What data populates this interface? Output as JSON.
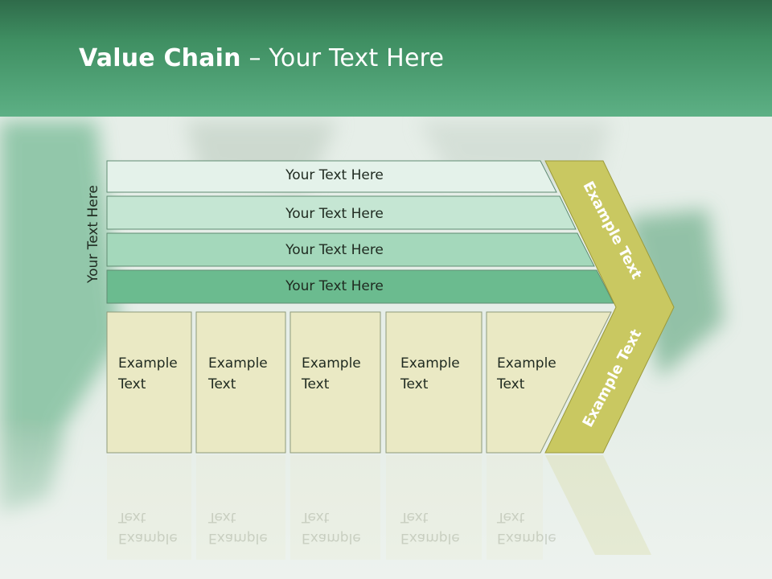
{
  "slide": {
    "title_bold": "Value Chain",
    "title_rest": " – Your Text Here"
  },
  "diagram": {
    "side_label": "Your Text Here",
    "rows": [
      {
        "label": "Your Text Here",
        "color": "#e4f2ea"
      },
      {
        "label": "Your Text Here",
        "color": "#c5e6d3"
      },
      {
        "label": "Your Text Here",
        "color": "#a4d8bb"
      },
      {
        "label": "Your Text Here",
        "color": "#6bbb8f"
      }
    ],
    "boxes": [
      {
        "label": "Example Text"
      },
      {
        "label": "Example Text"
      },
      {
        "label": "Example Text"
      },
      {
        "label": "Example Text"
      },
      {
        "label": "Example Text"
      }
    ],
    "box_color": "#eae9c4",
    "arrow_color": "#c9c861",
    "arrow_top_label": "Example Text",
    "arrow_bottom_label": "Example Text"
  }
}
